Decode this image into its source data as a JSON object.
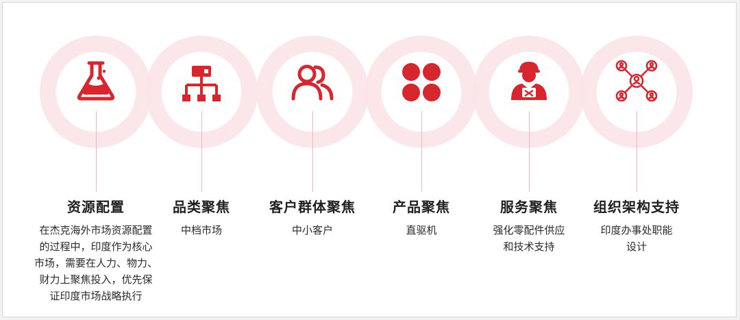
{
  "accent_color": "#d7262e",
  "ring_color": "#fbe3e7",
  "items": [
    {
      "icon": "flask-icon",
      "title": "资源配置",
      "desc": [
        "在杰克海外市场资源配置",
        "的过程中，印度作为核心",
        "市场，需要在人力、物力、",
        "财力上聚焦投入，优先保",
        "证印度市场战略执行"
      ]
    },
    {
      "icon": "hierarchy-icon",
      "title": "品类聚焦",
      "desc": [
        "中档市场"
      ]
    },
    {
      "icon": "user-group-icon",
      "title": "客户群体聚焦",
      "desc": [
        "中小客户"
      ]
    },
    {
      "icon": "grid-four-icon",
      "title": "产品聚焦",
      "desc": [
        "直驱机"
      ]
    },
    {
      "icon": "service-technician-icon",
      "title": "服务聚焦",
      "desc": [
        "强化零配件供应",
        "和技术支持"
      ]
    },
    {
      "icon": "network-people-icon",
      "title": "组织架构支持",
      "desc": [
        "印度办事处职能",
        "设计"
      ]
    }
  ]
}
